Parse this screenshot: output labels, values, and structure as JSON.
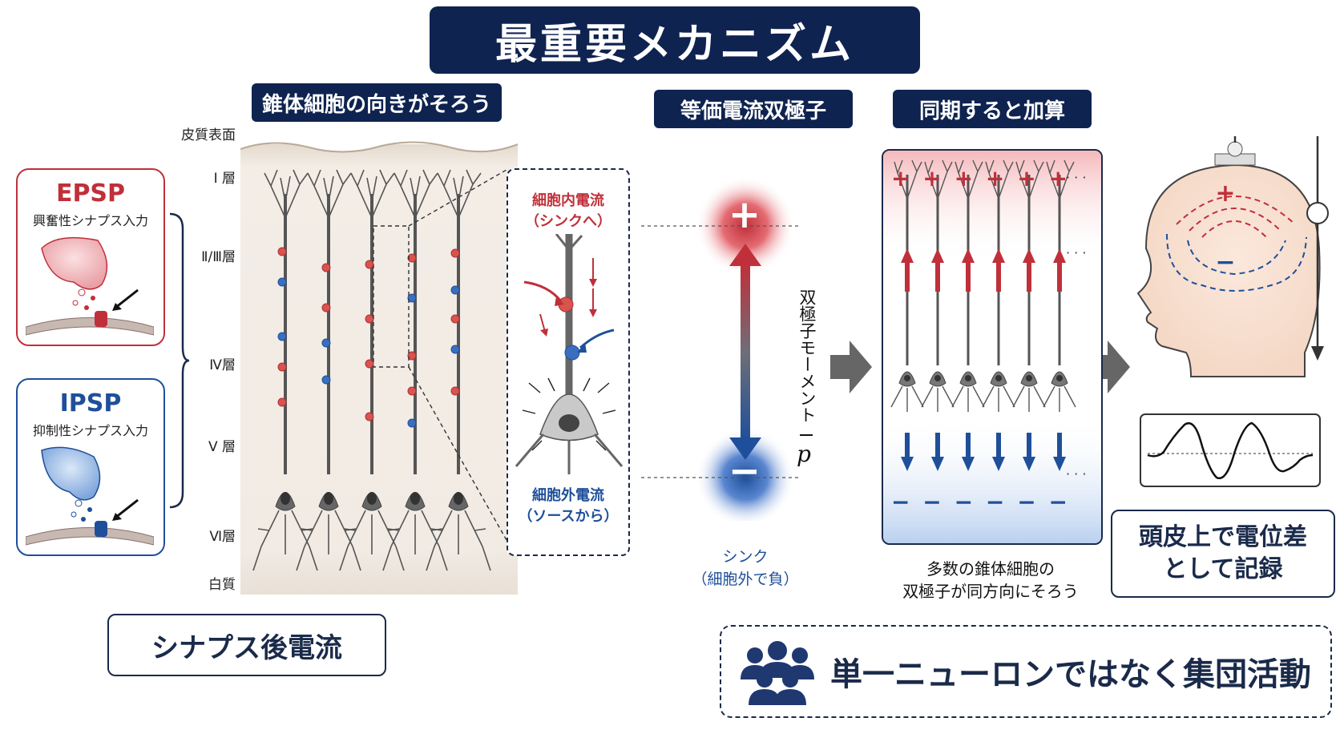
{
  "title": "最重要メカニズム",
  "sections": {
    "orientation": "錐体細胞の向きがそろう",
    "dipole": "等価電流双極子",
    "summation": "同期すると加算"
  },
  "cortex_layers": [
    "皮質表面",
    "Ⅰ 層",
    "Ⅱ/Ⅲ層",
    "Ⅳ層",
    "Ⅴ 層",
    "Ⅵ層",
    "白質"
  ],
  "epsp": {
    "label": "EPSP",
    "desc": "興奮性シナプス入力"
  },
  "ipsp": {
    "label": "IPSP",
    "desc": "抑制性シナプス入力"
  },
  "postsynaptic": "シナプス後電流",
  "zoom": {
    "intracellular": "細胞内電流",
    "intracellular_sub": "（シンクへ）",
    "extracellular": "細胞外電流",
    "extracellular_sub": "（ソースから）"
  },
  "dipole": {
    "plus": "+",
    "minus": "−",
    "moment_label": "双極子モーメント",
    "moment_symbol": "p",
    "sink": "シンク",
    "sink_sub": "（細胞外で負）"
  },
  "summation": {
    "caption_1": "多数の錐体細胞の",
    "caption_2": "双極子が同方向にそろう",
    "ellipsis": "· · ·"
  },
  "scalp": {
    "plus": "+",
    "minus": "−",
    "record_1": "頭皮上で電位差",
    "record_2": "として記録"
  },
  "population": "単一ニューロンではなく集団活動",
  "colors": {
    "navy": "#0f2350",
    "red": "#c0303a",
    "blue": "#1f4f9a"
  }
}
